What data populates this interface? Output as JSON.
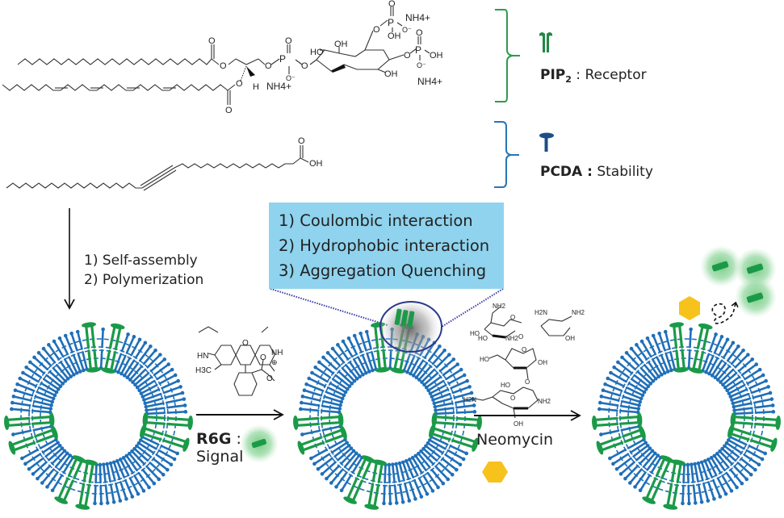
{
  "molecules": {
    "pip2": {
      "label_bold": "PIP",
      "label_sub": "2",
      "label_rest": " : Receptor",
      "counter_ions": [
        "NH4+",
        "NH4+",
        "NH4+"
      ],
      "groups": [
        "O",
        "O",
        "O",
        "O",
        "O",
        "O",
        "P",
        "P",
        "P",
        "HO",
        "OH",
        "OH",
        "OH",
        "OH",
        "H"
      ],
      "bracket_color": "#2e9b4e",
      "icon": "receptor-icon",
      "icon_color": "#1f8a44"
    },
    "pcda": {
      "label_bold": "PCDA :",
      "label_rest": " Stability",
      "acid_group": "OH",
      "bracket_color": "#2a74b5",
      "icon": "stability-icon",
      "icon_color": "#1d4f86"
    }
  },
  "process": {
    "step_arrow_lines": [
      "1) Self-assembly",
      "2) Polymerization"
    ],
    "callout_lines": [
      "1) Coulombic interaction",
      "2) Hydrophobic interaction",
      "3) Aggregation Quenching"
    ],
    "r6g_label_bold": "R6G",
    "r6g_label_colon": " :",
    "r6g_label_signal": "Signal",
    "neomycin_label": "Neomycin"
  },
  "r6g_structure": {
    "atoms": [
      "HN",
      "NH",
      "⊕",
      "H3C",
      "O",
      "O",
      "O"
    ]
  },
  "neomycin_structure": {
    "atoms": [
      "NH2",
      "H2N",
      "NH2",
      "HO",
      "HO",
      "NH2",
      "O",
      "O",
      "OH",
      "HO",
      "O",
      "OH",
      "O",
      "HO",
      "O",
      "H2N",
      "NH2",
      "OH"
    ]
  },
  "colors": {
    "pcda_lipid": "#1f6fb8",
    "pip2_lipid": "#1a9a48",
    "signal_green": "#2fae55",
    "glow_green": "#7fd08e",
    "neomycin_hex": "#f7c21b",
    "callout_bg": "#8fd3ee",
    "zoom_circle": "#2a3a8c",
    "dotted_line": "#3a3aa8"
  },
  "vesicles": [
    {
      "name": "vesicle-initial",
      "receptor_angles_deg": [
        -96,
        -78,
        160,
        176,
        4,
        18,
        100,
        114
      ],
      "has_quencher": false,
      "has_neomycin": false
    },
    {
      "name": "vesicle-quenched",
      "receptor_angles_deg": [
        -96,
        -78,
        160,
        176,
        4,
        18,
        100,
        114
      ],
      "has_quencher": true,
      "has_neomycin": false
    },
    {
      "name": "vesicle-neomycin-bound",
      "receptor_angles_deg": [
        -96,
        -78,
        160,
        176,
        4,
        18,
        100,
        114
      ],
      "has_quencher": false,
      "has_neomycin": true
    }
  ]
}
